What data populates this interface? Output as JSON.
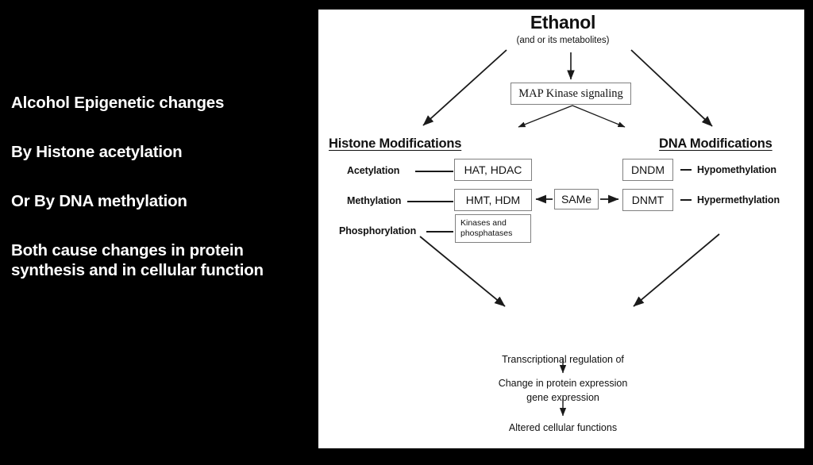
{
  "slide": {
    "background_color": "#000000",
    "panel_color": "#ffffff",
    "text_color": "#ffffff",
    "diagram_ink": "#111111"
  },
  "left_panel": {
    "lines": [
      "Alcohol Epigenetic changes",
      "By Histone acetylation",
      "Or By DNA methylation",
      "Both cause changes in protein synthesis and in cellular function"
    ]
  },
  "diagram": {
    "title": "Ethanol",
    "subtitle": "(and or its metabolites)",
    "signaling_box": "MAP Kinase signaling",
    "histone": {
      "heading": "Histone Modifications",
      "rows": [
        {
          "label": "Acetylation",
          "box": "HAT, HDAC"
        },
        {
          "label": "Methylation",
          "box": "HMT, HDM"
        },
        {
          "label": "Phosphorylation",
          "box_line1": "Kinases and",
          "box_line2": "phosphatases"
        }
      ]
    },
    "dna": {
      "heading": "DNA Modifications",
      "rows": [
        {
          "box": "DNDM",
          "effect": "Hypomethylation"
        },
        {
          "box": "DNMT",
          "effect": "Hypermethylation"
        }
      ]
    },
    "cofactor_box": "SAMe",
    "outcome": {
      "step1_line1": "Transcriptional regulation of",
      "step1_line2": "gene expression",
      "step2": "Change in protein expression",
      "step3": "Altered cellular functions"
    }
  }
}
